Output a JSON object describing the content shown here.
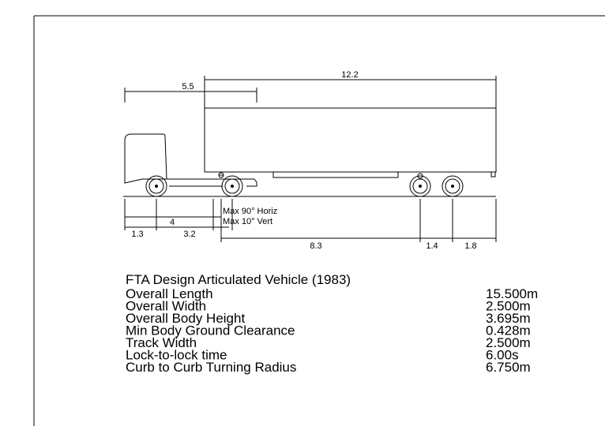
{
  "drawing": {
    "dimensions": {
      "overall_trailer": "12.2",
      "kingpin_to_front": "5.5",
      "front_overhang": "1.3",
      "wheelbase": "4",
      "front_axle_to_kingpin": "3.2",
      "kingpin_to_rear_axle": "8.3",
      "rear_axle_spacing": "1.4",
      "rear_overhang": "1.8"
    },
    "articulation": {
      "horizontal": "Max 90° Horiz",
      "vertical": "Max 10° Vert"
    }
  },
  "specs": {
    "title": "FTA Design Articulated Vehicle (1983)",
    "rows": [
      {
        "label": "Overall Length",
        "value": "15.500m"
      },
      {
        "label": "Overall Width",
        "value": "2.500m"
      },
      {
        "label": "Overall Body Height",
        "value": "3.695m"
      },
      {
        "label": "Min Body Ground Clearance",
        "value": "0.428m"
      },
      {
        "label": "Track Width",
        "value": "2.500m"
      },
      {
        "label": "Lock-to-lock time",
        "value": "6.00s"
      },
      {
        "label": "Curb to Curb Turning Radius",
        "value": "6.750m"
      }
    ]
  }
}
